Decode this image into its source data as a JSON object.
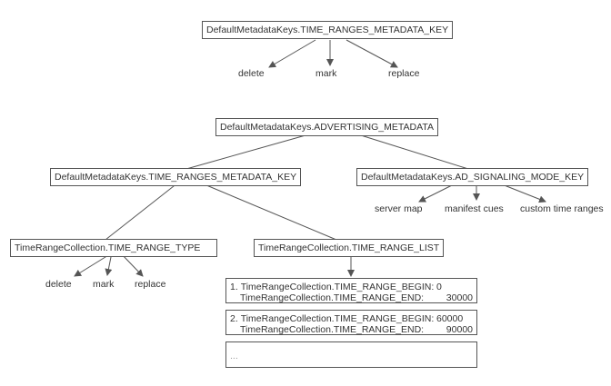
{
  "diagram1": {
    "root": "DefaultMetadataKeys.TIME_RANGES_METADATA_KEY",
    "children": [
      "delete",
      "mark",
      "replace"
    ]
  },
  "diagram2": {
    "root": "DefaultMetadataKeys.ADVERTISING_METADATA",
    "time_ranges_key": "DefaultMetadataKeys.TIME_RANGES_METADATA_KEY",
    "ad_signaling_key": "DefaultMetadataKeys.AD_SIGNALING_MODE_KEY",
    "ad_signaling_modes": [
      "server map",
      "manifest cues",
      "custom time ranges"
    ],
    "range_type": "TimeRangeCollection.TIME_RANGE_TYPE",
    "range_types": [
      "delete",
      "mark",
      "replace"
    ],
    "range_list": "TimeRangeCollection.TIME_RANGE_LIST",
    "ranges": [
      {
        "index": "1.",
        "begin_key": "TimeRangeCollection.TIME_RANGE_BEGIN:",
        "begin": "0",
        "end_key": "TimeRangeCollection.TIME_RANGE_END:",
        "end": "30000"
      },
      {
        "index": "2.",
        "begin_key": "TimeRangeCollection.TIME_RANGE_BEGIN:",
        "begin": "60000",
        "end_key": "TimeRangeCollection.TIME_RANGE_END:",
        "end": "90000"
      }
    ],
    "more": "..."
  },
  "colors": {
    "line": "#555555",
    "text": "#333333"
  }
}
